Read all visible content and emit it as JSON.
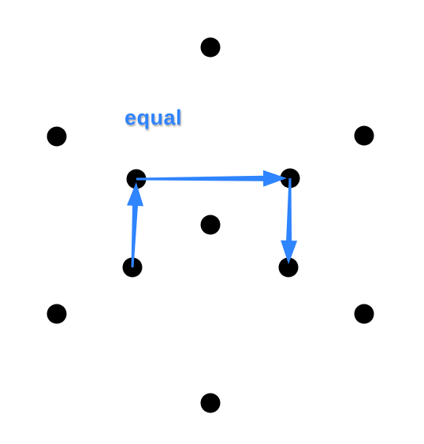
{
  "diagram": {
    "label": "equal",
    "colors": {
      "dot": "#000000",
      "arrow": "#2f84ff",
      "label": "#2f84ff",
      "background": "#ffffff"
    },
    "dots": [
      {
        "id": "top"
      },
      {
        "id": "upper-left"
      },
      {
        "id": "upper-right"
      },
      {
        "id": "inner-upper-left"
      },
      {
        "id": "inner-upper-right"
      },
      {
        "id": "center"
      },
      {
        "id": "inner-lower-left"
      },
      {
        "id": "inner-lower-right"
      },
      {
        "id": "lower-left"
      },
      {
        "id": "lower-right"
      },
      {
        "id": "bottom"
      }
    ],
    "arrows": [
      {
        "from": "inner-lower-left",
        "to": "inner-upper-left"
      },
      {
        "from": "inner-upper-left",
        "to": "inner-upper-right"
      },
      {
        "from": "inner-upper-right",
        "to": "inner-lower-right"
      }
    ]
  }
}
